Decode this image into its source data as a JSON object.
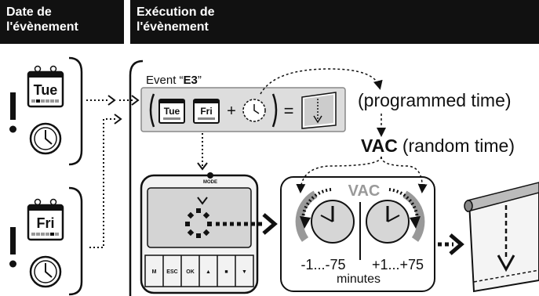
{
  "headers": {
    "left_line1": "Date de",
    "left_line2": "l'évènement",
    "right_line1": "Exécution de",
    "right_line2": "l'évènement"
  },
  "calendars": {
    "top_day": "Tue",
    "bottom_day": "Fri",
    "alert_mark": "!"
  },
  "event": {
    "label_prefix": "Event “",
    "code": "E3",
    "label_suffix": "”",
    "day1": "Tue",
    "day2": "Fri",
    "plus": "+",
    "equals": "="
  },
  "annotations": {
    "programmed_time": "(programmed time)",
    "vac_bold": "VAC",
    "random_time": "(random time)"
  },
  "device": {
    "mode_label": "MODE",
    "buttons": [
      "M",
      "ESC",
      "OK",
      "▲",
      "■",
      "▼"
    ]
  },
  "vac_panel": {
    "title": "VAC",
    "left_range": "-1...-75",
    "right_range": "+1...+75",
    "unit": "minutes"
  }
}
